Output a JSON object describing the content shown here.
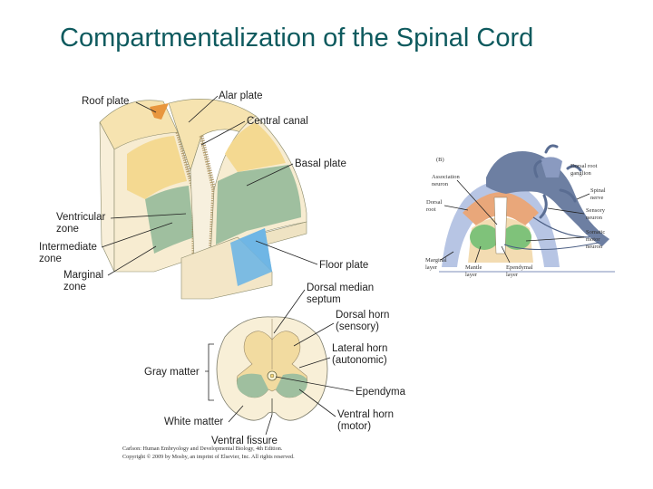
{
  "title": "Compartmentalization of the Spinal Cord",
  "upper_labels": {
    "roof_plate": "Roof plate",
    "alar_plate": "Alar plate",
    "central_canal": "Central canal",
    "basal_plate": "Basal plate",
    "ventricular_zone_1": "Ventricular",
    "ventricular_zone_2": "zone",
    "intermediate_zone_1": "Intermediate",
    "intermediate_zone_2": "zone",
    "marginal_zone_1": "Marginal",
    "marginal_zone_2": "zone",
    "floor_plate": "Floor plate"
  },
  "lower_labels": {
    "dorsal_median_septum_1": "Dorsal median",
    "dorsal_median_septum_2": "septum",
    "dorsal_horn_1": "Dorsal horn",
    "dorsal_horn_2": "(sensory)",
    "lateral_horn_1": "Lateral horn",
    "lateral_horn_2": "(autonomic)",
    "gray_matter": "Gray matter",
    "ependyma": "Ependyma",
    "white_matter": "White matter",
    "ventral_horn_1": "Ventral horn",
    "ventral_horn_2": "(motor)",
    "ventral_fissure": "Ventral fissure"
  },
  "right_labels": {
    "panel_letter": "(B)",
    "association_neuron_1": "Association",
    "association_neuron_2": "neuron",
    "dorsal_root_1": "Dorsal",
    "dorsal_root_2": "root",
    "dorsal_root_ganglion_1": "Dorsal root",
    "dorsal_root_ganglion_2": "ganglion",
    "spinal_nerve_1": "Spinal",
    "spinal_nerve_2": "nerve",
    "sensory_neuron_1": "Sensory",
    "sensory_neuron_2": "neuron",
    "somatic_motor_neuron_1": "Somatic",
    "somatic_motor_neuron_2": "motor",
    "somatic_motor_neuron_3": "neuron",
    "marginal_layer_1": "Marginal",
    "marginal_layer_2": "layer",
    "mantle_layer_1": "Mantle",
    "mantle_layer_2": "layer",
    "ependymal_layer_1": "Ependymal",
    "ependymal_layer_2": "layer"
  },
  "credit": {
    "line1": "Carlson: Human Embryology and Developmental Biology, 4th Edition.",
    "line2": "Copyright © 2009 by Mosby, an imprint of Elsevier, Inc. All rights reserved."
  }
}
